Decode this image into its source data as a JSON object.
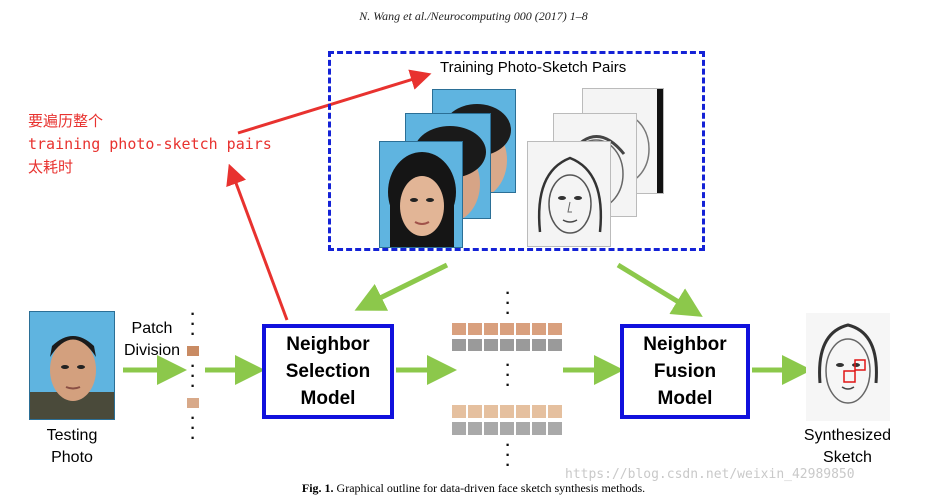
{
  "header": "N. Wang et al./Neurocomputing 000 (2017) 1–8",
  "annotation": {
    "line1": "要遍历整个",
    "line2": "training photo-sketch pairs",
    "line3": "太耗时",
    "color": "#e8322f"
  },
  "dataset_title": "Training Photo-Sketch Pairs",
  "testing_label": [
    "Testing",
    "Photo"
  ],
  "patch_label": [
    "Patch",
    "Division"
  ],
  "selection_model": [
    "Neighbor",
    "Selection",
    "Model"
  ],
  "fusion_model": [
    "Neighbor",
    "Fusion",
    "Model"
  ],
  "output_label": [
    "Synthesized",
    "Sketch"
  ],
  "caption": {
    "fig": "Fig. 1.",
    "text": "Graphical outline for data-driven face sketch synthesis methods."
  },
  "watermark": "https://blog.csdn.net/weixin_42989850",
  "colors": {
    "flow_arrow": "#8cc84b",
    "model_border": "#1111dd",
    "dashed_border": "#1422d6",
    "annotation_arrow": "#e8322f"
  }
}
